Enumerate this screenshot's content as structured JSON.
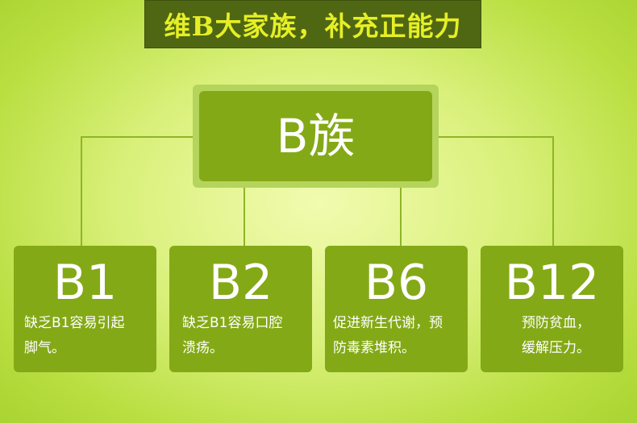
{
  "banner": {
    "title": "维B大家族，补充正能力"
  },
  "center": {
    "label": "B族"
  },
  "cards": [
    {
      "title": "B1",
      "desc_line1": "缺乏B1容易引起",
      "desc_line2": "脚气。"
    },
    {
      "title": "B2",
      "desc_line1": "缺乏B1容易口腔",
      "desc_line2": "溃疡。"
    },
    {
      "title": "B6",
      "desc_line1": "促进新生代谢，预",
      "desc_line2": "防毒素堆积。"
    },
    {
      "title": "B12",
      "desc_line1": "预防贫血，",
      "desc_line2": "缓解压力。"
    }
  ],
  "colors": {
    "banner_bg": "#4f6713",
    "banner_text": "#e6ef25",
    "box_fill": "#84a916",
    "box_border": "#b4d45c",
    "connector": "#8fb527",
    "background": "#d9f07a"
  }
}
